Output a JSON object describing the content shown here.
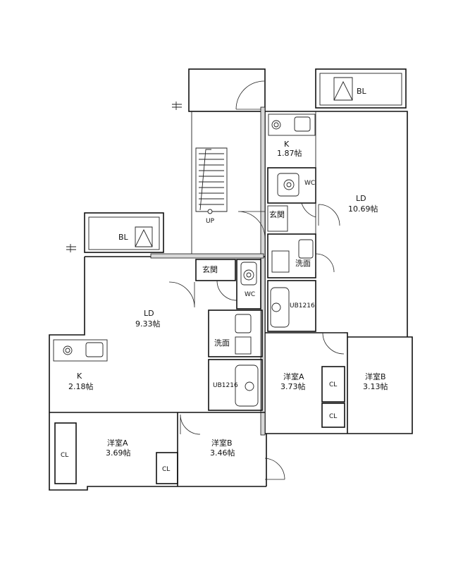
{
  "rooms": {
    "east_kitchen": {
      "name": "K",
      "size": "1.87帖"
    },
    "east_ld": {
      "name": "LD",
      "size": "10.69帖"
    },
    "east_wc": "WC",
    "east_genkan": "玄関",
    "east_washroom": "洗面",
    "east_bath": "UB1216",
    "east_room_a": {
      "name": "洋室A",
      "size": "3.73帖"
    },
    "east_room_b": {
      "name": "洋室B",
      "size": "3.13帖"
    },
    "east_cl_1": "CL",
    "east_cl_2": "CL",
    "east_balcony": "BL",
    "west_balcony": "BL",
    "west_ld": {
      "name": "LD",
      "size": "9.33帖"
    },
    "west_kitchen": {
      "name": "K",
      "size": "2.18帖"
    },
    "west_genkan": "玄関",
    "west_wc": "WC",
    "west_washroom": "洗面",
    "west_bath": "UB1216",
    "west_room_a": {
      "name": "洋室A",
      "size": "3.69帖"
    },
    "west_room_b": {
      "name": "洋室B",
      "size": "3.46帖"
    },
    "west_cl_1": "CL",
    "west_cl_2": "CL",
    "stair_label": "UP"
  }
}
